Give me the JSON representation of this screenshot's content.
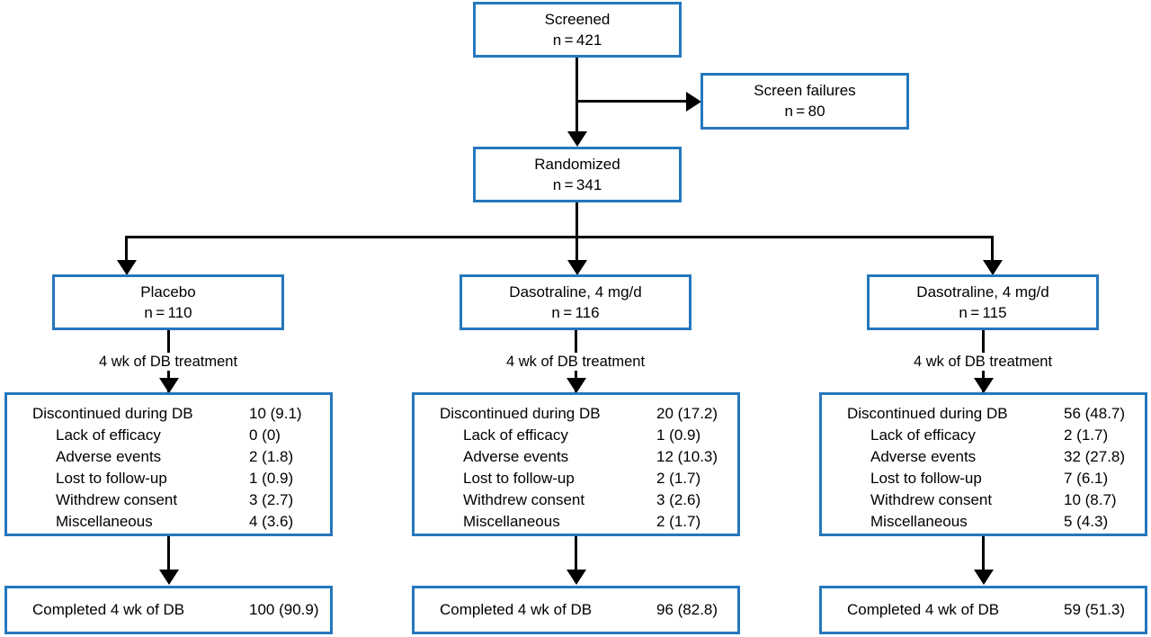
{
  "diagram": {
    "type": "consort-flow-diagram",
    "colors": {
      "box_border": "#2577bd",
      "connector": "#000000",
      "background": "#ffffff",
      "text": "#000000"
    }
  },
  "nodes": {
    "screened": {
      "title": "Screened",
      "n": "n = 421",
      "count": 421
    },
    "screen_failures": {
      "title": "Screen failures",
      "n": "n = 80",
      "count": 80
    },
    "randomized": {
      "title": "Randomized",
      "n": "n = 341",
      "count": 341
    }
  },
  "edge_labels": {
    "db_treatment": "4 wk of DB treatment"
  },
  "arms": [
    {
      "id": "placebo",
      "title": "Placebo",
      "n": "n = 110",
      "count": 110,
      "edge_label": "4 wk of DB treatment",
      "discontinued": {
        "rows": [
          {
            "label": "Discontinued during DB",
            "value": "10 (9.1)",
            "sub": false
          },
          {
            "label": "Lack of efficacy",
            "value": "0 (0)",
            "sub": true
          },
          {
            "label": "Adverse events",
            "value": "2 (1.8)",
            "sub": true
          },
          {
            "label": "Lost to follow-up",
            "value": "1 (0.9)",
            "sub": true
          },
          {
            "label": "Withdrew consent",
            "value": "3 (2.7)",
            "sub": true
          },
          {
            "label": "Miscellaneous",
            "value": "4 (3.6)",
            "sub": true
          }
        ]
      },
      "completed": {
        "label": "Completed 4 wk of DB",
        "value": "100 (90.9)"
      }
    },
    {
      "id": "dasotraline-4mg-a",
      "title": "Dasotraline, 4 mg/d",
      "n": "n = 116",
      "count": 116,
      "edge_label": "4 wk of DB treatment",
      "discontinued": {
        "rows": [
          {
            "label": "Discontinued during DB",
            "value": "20 (17.2)",
            "sub": false
          },
          {
            "label": "Lack of efficacy",
            "value": "1 (0.9)",
            "sub": true
          },
          {
            "label": "Adverse events",
            "value": "12 (10.3)",
            "sub": true
          },
          {
            "label": "Lost to follow-up",
            "value": "2 (1.7)",
            "sub": true
          },
          {
            "label": "Withdrew consent",
            "value": "3 (2.6)",
            "sub": true
          },
          {
            "label": "Miscellaneous",
            "value": "2 (1.7)",
            "sub": true
          }
        ]
      },
      "completed": {
        "label": "Completed 4 wk of DB",
        "value": "96 (82.8)"
      }
    },
    {
      "id": "dasotraline-4mg-b",
      "title": "Dasotraline, 4 mg/d",
      "n": "n = 115",
      "count": 115,
      "edge_label": "4 wk of DB treatment",
      "discontinued": {
        "rows": [
          {
            "label": "Discontinued during DB",
            "value": "56 (48.7)",
            "sub": false
          },
          {
            "label": "Lack of efficacy",
            "value": "2 (1.7)",
            "sub": true
          },
          {
            "label": "Adverse events",
            "value": "32 (27.8)",
            "sub": true
          },
          {
            "label": "Lost to follow-up",
            "value": "7 (6.1)",
            "sub": true
          },
          {
            "label": "Withdrew consent",
            "value": "10 (8.7)",
            "sub": true
          },
          {
            "label": "Miscellaneous",
            "value": "5 (4.3)",
            "sub": true
          }
        ]
      },
      "completed": {
        "label": "Completed 4 wk of DB",
        "value": "59 (51.3)"
      }
    }
  ]
}
